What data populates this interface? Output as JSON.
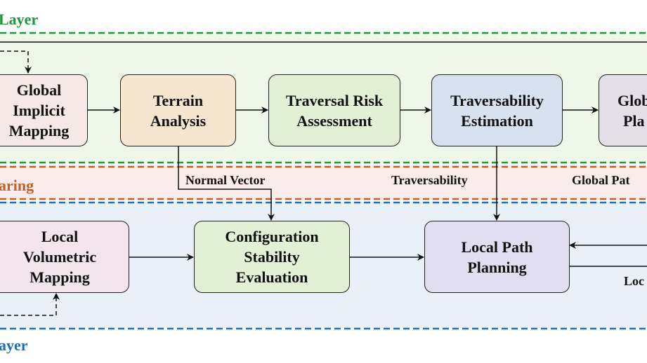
{
  "layers": {
    "top": {
      "label": "Layer",
      "color": "#1a9a3a"
    },
    "middle": {
      "label": "aring",
      "color": "#c0602a"
    },
    "bottom": {
      "label": "ayer",
      "color": "#1f6fb8"
    }
  },
  "nodes": {
    "global_mapping": {
      "label": "Global\nImplicit\nMapping",
      "fill": "#f7e8e8"
    },
    "terrain_analysis": {
      "label": "Terrain\nAnalysis",
      "fill": "#f6e5cf"
    },
    "traversal_risk": {
      "label": "Traversal Risk\nAssessment",
      "fill": "#e2f1d5"
    },
    "traversability_estimation": {
      "label": "Traversability\nEstimation",
      "fill": "#d6e2ef"
    },
    "global_planning": {
      "label": "Glob\nPla",
      "fill": "#e4dfe6"
    },
    "local_mapping": {
      "label": "Local\nVolumetric\nMapping",
      "fill": "#f4e4ec"
    },
    "config_stability": {
      "label": "Configuration\nStability\nEvaluation",
      "fill": "#e2f1d5"
    },
    "local_path": {
      "label": "Local Path\nPlanning",
      "fill": "#e2def2"
    }
  },
  "edge_labels": {
    "normal_vector": "Normal Vector",
    "traversability": "Traversability",
    "global_path": "Global Pat",
    "local": "Loc"
  }
}
